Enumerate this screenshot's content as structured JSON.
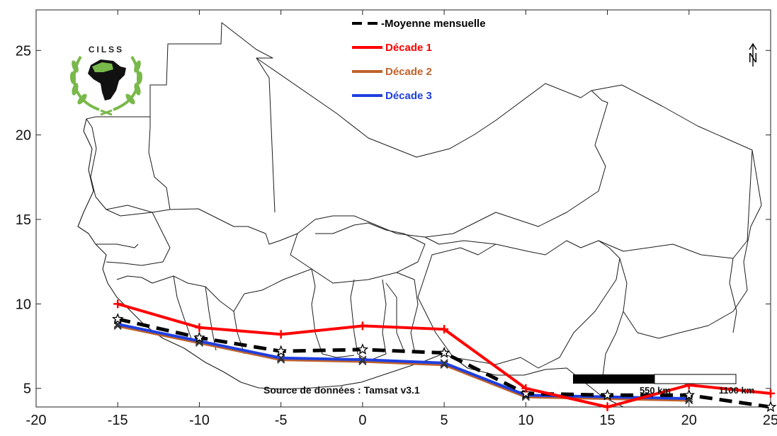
{
  "legend": {
    "items": [
      {
        "label": "-Moyenne mensuelle",
        "color": "#000000",
        "dashed": true
      },
      {
        "label": "Décade 1",
        "color": "#ff0000",
        "dashed": false
      },
      {
        "label": "Décade 2",
        "color": "#c0622a",
        "dashed": false
      },
      {
        "label": "Décade 3",
        "color": "#1f3fe0",
        "dashed": false
      }
    ]
  },
  "logo": {
    "text": "CILSS",
    "name": "cilss-logo"
  },
  "north_arrow": {
    "label": "N"
  },
  "source": {
    "text": "Source de données : Tamsat v3.1"
  },
  "scale_bar": {
    "labels": [
      "550 km",
      "1100 km"
    ]
  },
  "chart_data": {
    "type": "line",
    "x_ticks": [
      -20,
      -15,
      -10,
      -5,
      0,
      5,
      10,
      15,
      20,
      25
    ],
    "y_ticks": [
      5,
      10,
      15,
      20,
      25
    ],
    "xlim": [
      -20,
      25
    ],
    "ylim": [
      3.9,
      27.4
    ],
    "grid": false,
    "series": [
      {
        "name": "-Moyenne mensuelle",
        "color": "#000000",
        "marker": "star",
        "x": [
          -15,
          -10,
          -5,
          0,
          5,
          10,
          15,
          20,
          25
        ],
        "y": [
          9.1,
          8.0,
          7.2,
          7.3,
          7.1,
          4.7,
          4.6,
          4.6,
          3.9
        ]
      },
      {
        "name": "Décade 1",
        "color": "#ff0000",
        "marker": "plus",
        "x": [
          -15,
          -10,
          -5,
          0,
          5,
          10,
          15,
          20,
          25
        ],
        "y": [
          10.0,
          8.6,
          8.2,
          8.7,
          8.5,
          5.0,
          3.9,
          5.2,
          4.7
        ]
      },
      {
        "name": "Décade 2",
        "color": "#c0622a",
        "marker": "x",
        "x": [
          -15,
          -10,
          -5,
          0,
          5,
          10,
          20
        ],
        "y": [
          8.7,
          7.7,
          6.7,
          6.6,
          6.4,
          4.5,
          4.3
        ]
      },
      {
        "name": "Décade 3",
        "color": "#1f3fe0",
        "marker": "x",
        "x": [
          -15,
          -10,
          -5,
          0,
          5,
          10,
          20
        ],
        "y": [
          8.8,
          7.8,
          6.8,
          6.7,
          6.5,
          4.6,
          4.4
        ]
      }
    ]
  }
}
